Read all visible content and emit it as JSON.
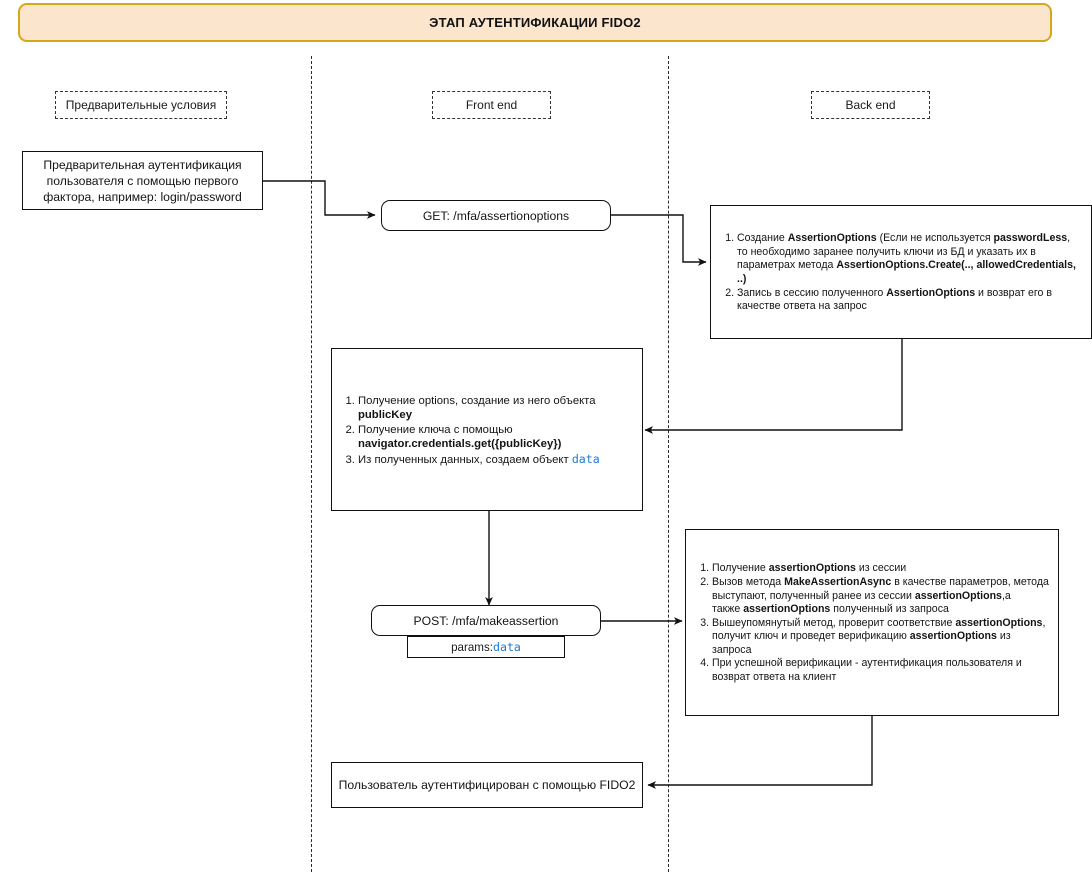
{
  "banner": {
    "title": "ЭТАП АУТЕНТИФИКАЦИИ FIDO2",
    "fill": "#fce5cd",
    "border": "#d6a71a"
  },
  "lanes": [
    {
      "name": "preconditions",
      "label": "Предварительные условия"
    },
    {
      "name": "frontend",
      "label": "Front end"
    },
    {
      "name": "backend",
      "label": "Back end"
    }
  ],
  "nodes": {
    "precondition": {
      "lines": [
        "Предварительная аутентификация",
        "пользователя с помощью первого",
        "фактора, например: login/password"
      ]
    },
    "get_request": {
      "label": "GET: /mfa/assertionoptions"
    },
    "backend_options": {
      "steps": [
        {
          "parts": [
            {
              "t": "Создание ",
              "s": "normal"
            },
            {
              "t": "AssertionOptions",
              "s": "bold"
            },
            {
              "t": " (Если не используется ",
              "s": "normal"
            },
            {
              "t": "passwordLess",
              "s": "bold"
            },
            {
              "t": ", то необходимо заранее получить ключи из БД и указать их в параметрах метода ",
              "s": "normal"
            },
            {
              "t": "AssertionOptions.Create(.., allowedCredentials, ..)",
              "s": "bold"
            }
          ]
        },
        {
          "parts": [
            {
              "t": "Запись в сессию полученного ",
              "s": "normal"
            },
            {
              "t": "AssertionOptions",
              "s": "bold"
            },
            {
              "t": " и возврат его в качестве ответа на запрос",
              "s": "normal"
            }
          ]
        }
      ]
    },
    "frontend_publickey": {
      "steps": [
        {
          "parts": [
            {
              "t": "Получение options, создание из него объекта ",
              "s": "normal"
            },
            {
              "t": "publicKey",
              "s": "bold"
            }
          ]
        },
        {
          "parts": [
            {
              "t": "Получение ключа с помощью ",
              "s": "normal"
            },
            {
              "t": "navigator.credentials.get({publicKey})",
              "s": "bold"
            }
          ]
        },
        {
          "parts": [
            {
              "t": "Из полученных данных, создаем объект ",
              "s": "normal"
            },
            {
              "t": "data",
              "s": "code"
            }
          ]
        }
      ]
    },
    "post_request": {
      "label": "POST: /mfa/makeassertion",
      "params_label": "params: ",
      "params_value": "data"
    },
    "backend_verify": {
      "steps": [
        {
          "parts": [
            {
              "t": "Получение ",
              "s": "normal"
            },
            {
              "t": "assertionOptions",
              "s": "bold"
            },
            {
              "t": " из сессии",
              "s": "normal"
            }
          ]
        },
        {
          "parts": [
            {
              "t": "Вызов метода ",
              "s": "normal"
            },
            {
              "t": "MakeAssertionAsync",
              "s": "bold"
            },
            {
              "t": " в качестве параметров, метода выступают, полученный ранее из сессии ",
              "s": "normal"
            },
            {
              "t": "assertionOptions",
              "s": "bold"
            },
            {
              "t": ",а",
              "s": "normal"
            },
            {
              "t": "\nтакже ",
              "s": "normal"
            },
            {
              "t": "assertionOptions",
              "s": "bold"
            },
            {
              "t": " полученный из запроса",
              "s": "normal"
            }
          ]
        },
        {
          "parts": [
            {
              "t": "Вышеупомянутый метод, проверит соответствие ",
              "s": "normal"
            },
            {
              "t": "assertionOptions",
              "s": "bold"
            },
            {
              "t": ", получит ключ и проведет верификацию ",
              "s": "normal"
            },
            {
              "t": "assertionOptions",
              "s": "bold"
            },
            {
              "t": " из запроса",
              "s": "normal"
            }
          ]
        },
        {
          "parts": [
            {
              "t": "При успешной верификации - аутентификация пользователя и возврат ответа на клиент",
              "s": "normal"
            }
          ]
        }
      ]
    },
    "result": {
      "label": "Пользователь аутентифицирован с помощью FIDO2"
    }
  },
  "colors": {
    "stroke": "#111111",
    "code_blue": "#1f7ad6",
    "lane_dash": "#2b2b2b"
  }
}
